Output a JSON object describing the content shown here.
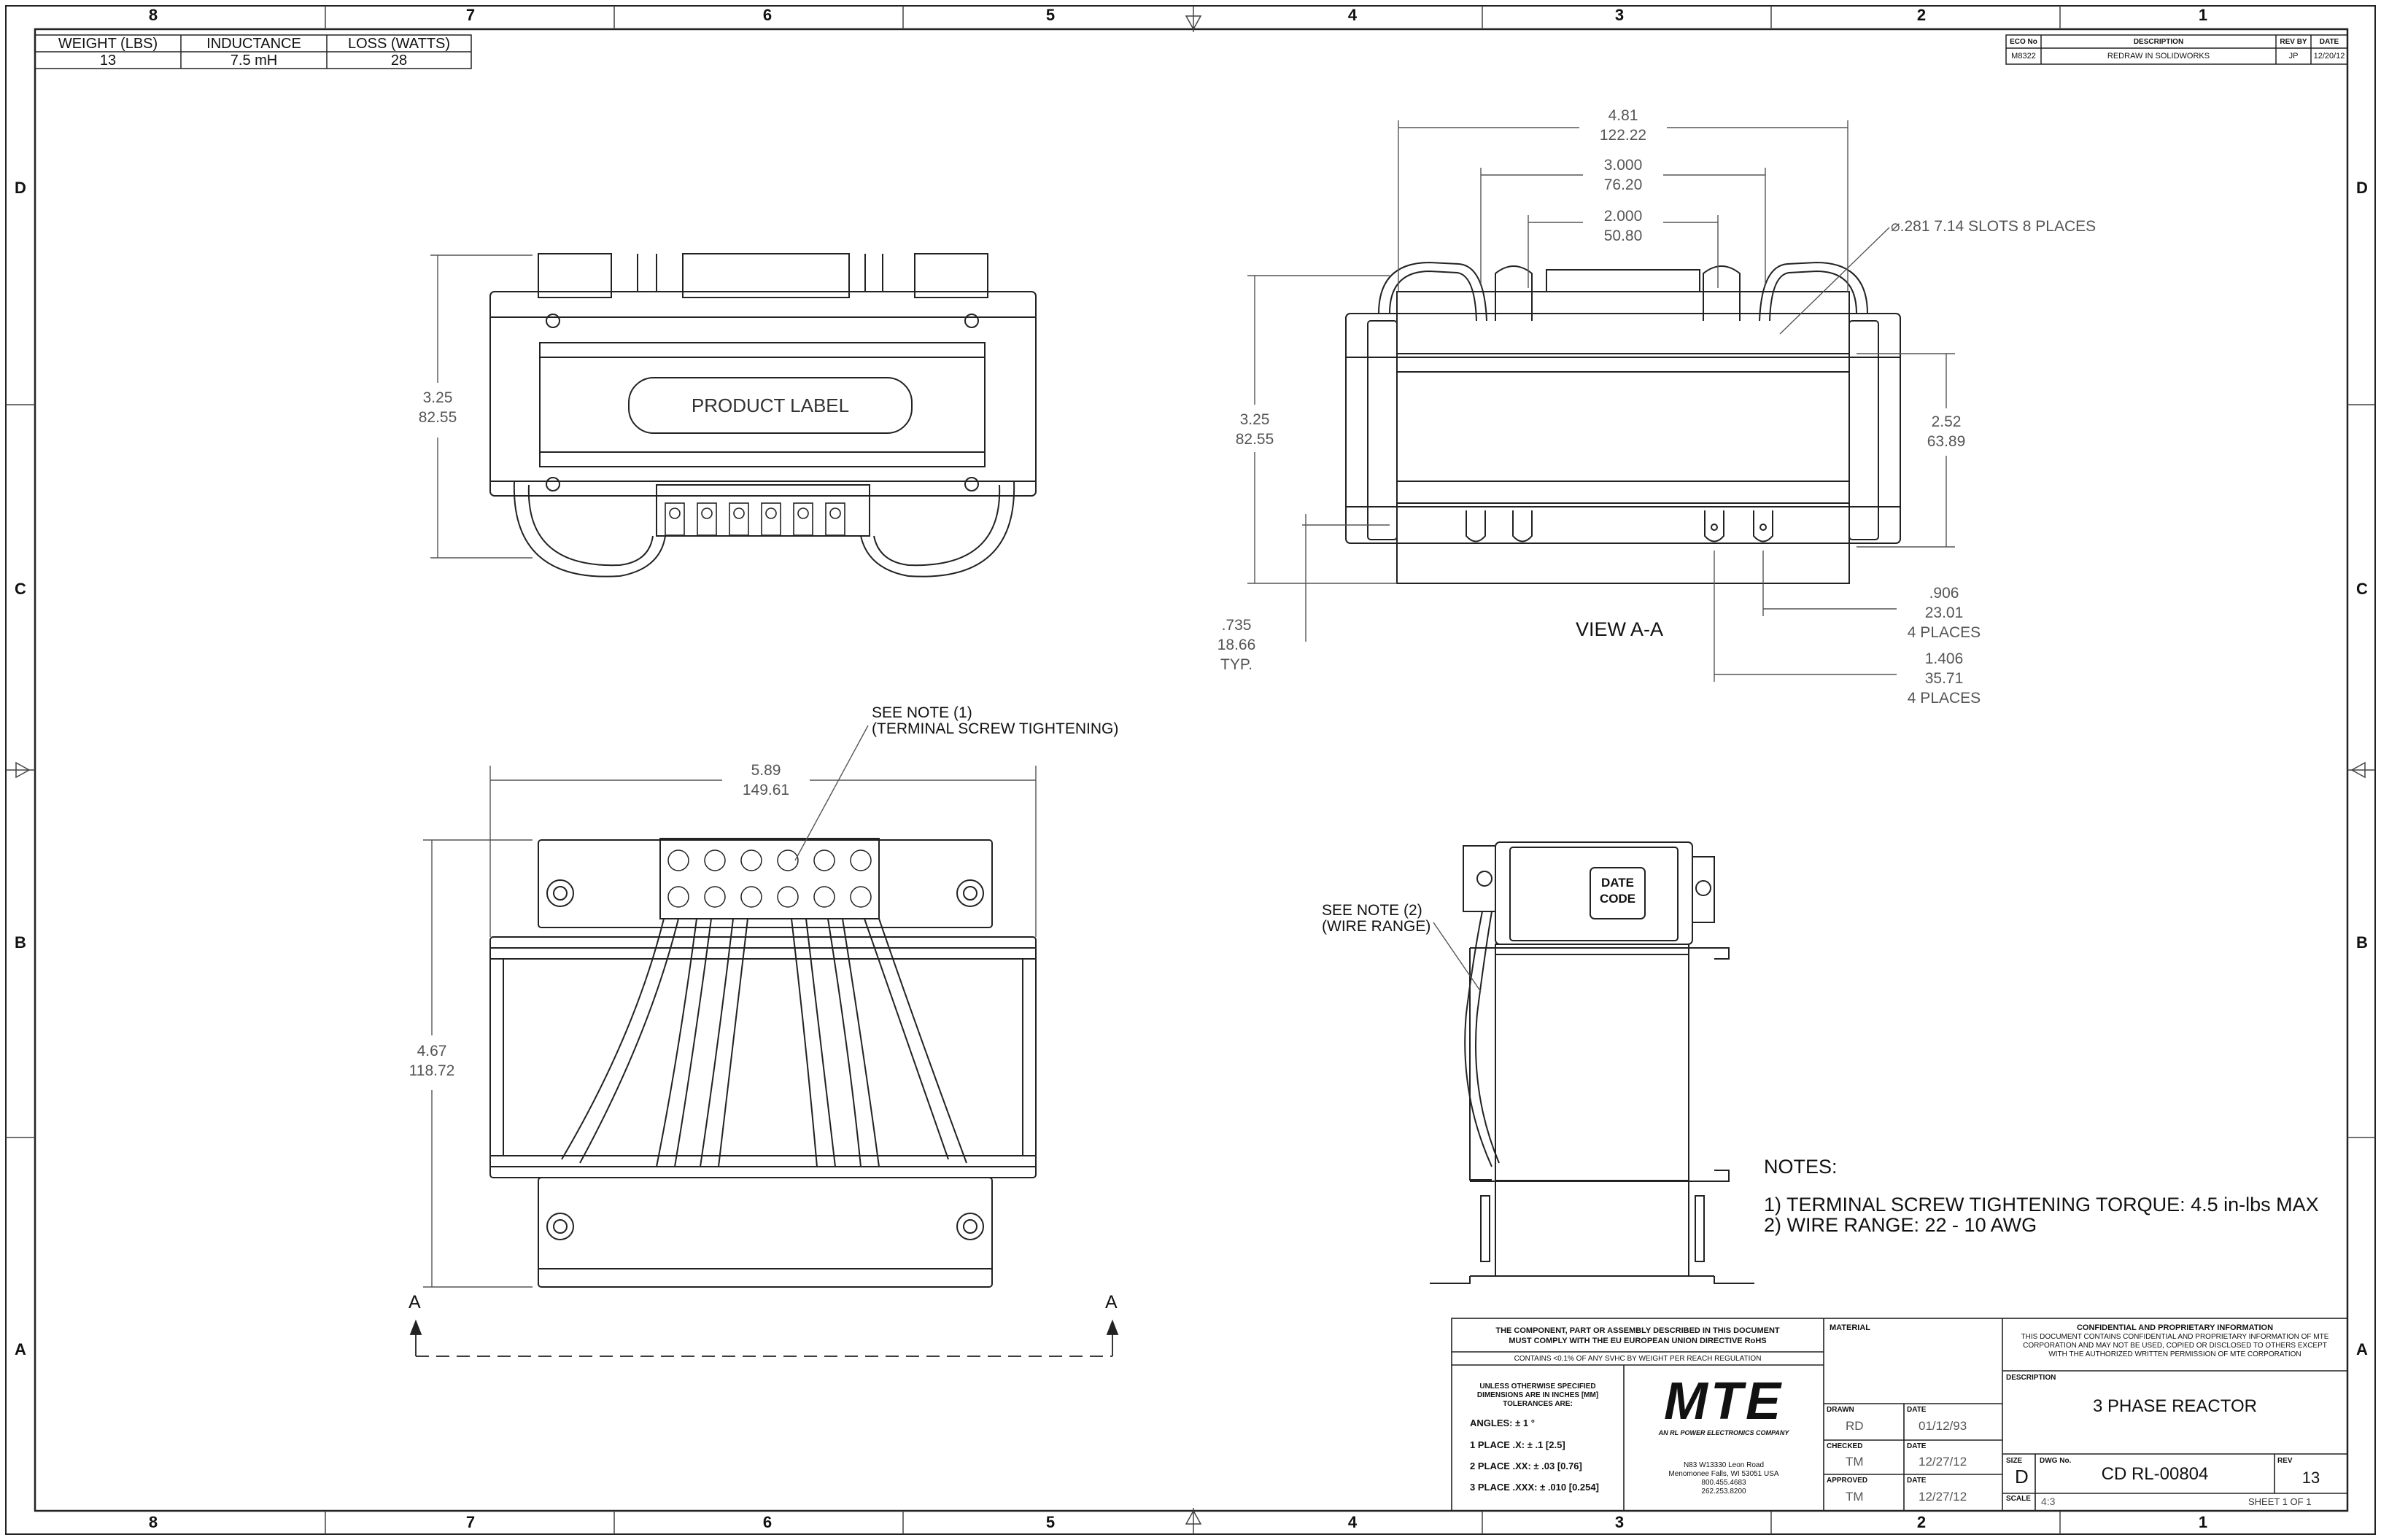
{
  "zones": {
    "columns": [
      "8",
      "7",
      "6",
      "5",
      "4",
      "3",
      "2",
      "1"
    ],
    "rows": [
      "D",
      "C",
      "B",
      "A"
    ]
  },
  "specs": {
    "headers": [
      "WEIGHT (LBS)",
      "INDUCTANCE",
      "LOSS (WATTS)"
    ],
    "values": [
      "13",
      "7.5 mH",
      "28"
    ]
  },
  "revision": {
    "headers": [
      "ECO No",
      "DESCRIPTION",
      "REV BY",
      "DATE"
    ],
    "row": [
      "M8322",
      "REDRAW IN SOLIDWORKS",
      "JP",
      "12/20/12"
    ]
  },
  "dims": {
    "top_width": {
      "in": "4.81",
      "mm": "122.22"
    },
    "slot_span": {
      "in": "3.000",
      "mm": "76.20"
    },
    "inner_span": {
      "in": "2.000",
      "mm": "50.80"
    },
    "slots": {
      "in": "⌀.281",
      "mm": "7.14",
      "note": "SLOTS 8 PLACES"
    },
    "front_height": {
      "in": "3.25",
      "mm": "82.55"
    },
    "side_height": {
      "in": "3.25",
      "mm": "82.55"
    },
    "core_height": {
      "in": "2.52",
      "mm": "63.89"
    },
    "foot_offset": {
      "in": ".735",
      "mm": "18.66",
      "note": "TYP."
    },
    "slot_dist_a": {
      "in": ".906",
      "mm": "23.01",
      "note": "4 PLACES"
    },
    "slot_dist_b": {
      "in": "1.406",
      "mm": "35.71",
      "note": "4 PLACES"
    },
    "overall_width": {
      "in": "5.89",
      "mm": "149.61"
    },
    "overall_height": {
      "in": "4.67",
      "mm": "118.72"
    }
  },
  "labels": {
    "product_label": "PRODUCT LABEL",
    "view": "VIEW A-A",
    "section_mark": "A",
    "note1_callout_a": "SEE NOTE (1)",
    "note1_callout_b": "(TERMINAL SCREW TIGHTENING)",
    "note2_callout_a": "SEE NOTE (2)",
    "note2_callout_b": "(WIRE RANGE)",
    "date_code_a": "DATE",
    "date_code_b": "CODE"
  },
  "notes": {
    "heading": "NOTES:",
    "items": [
      "1)  TERMINAL SCREW TIGHTENING TORQUE:  4.5 in-lbs MAX",
      "2)  WIRE RANGE:  22 - 10 AWG"
    ]
  },
  "title_block": {
    "rohs_a": "THE COMPONENT, PART OR ASSEMBLY DESCRIBED IN THIS DOCUMENT",
    "rohs_b": "MUST COMPLY WITH THE EU EUROPEAN UNION DIRECTIVE RoHS",
    "reach": "CONTAINS <0.1% OF ANY SVHC BY WEIGHT PER REACH REGULATION",
    "tol_a": "UNLESS OTHERWISE SPECIFIED",
    "tol_b": "DIMENSIONS ARE IN INCHES [MM]",
    "tol_c": "TOLERANCES ARE:",
    "angles": "ANGLES:  ± 1 °",
    "place1": "1 PLACE .X:  ± .1 [2.5]",
    "place2": "2 PLACE .XX:  ± .03 [0.76]",
    "place3": "3 PLACE .XXX:  ± .010 [0.254]",
    "logo": "MTE",
    "logo_sub": "AN RL POWER ELECTRONICS COMPANY",
    "addr_1": "N83 W13330 Leon Road",
    "addr_2": "Menomonee Falls, WI 53051 USA",
    "addr_3": "800.455.4683",
    "addr_4": "262.253.8200",
    "material_label": "MATERIAL",
    "drawn_label": "DRAWN",
    "drawn_by": "RD",
    "drawn_date": "01/12/93",
    "checked_label": "CHECKED",
    "checked_by": "TM",
    "checked_date": "12/27/12",
    "approved_label": "APPROVED",
    "approved_by": "TM",
    "approved_date": "12/27/12",
    "date_label": "DATE",
    "conf_heading": "CONFIDENTIAL AND PROPRIETARY INFORMATION",
    "conf_1": "THIS DOCUMENT CONTAINS CONFIDENTIAL AND PROPRIETARY INFORMATION OF MTE",
    "conf_2": "CORPORATION AND MAY NOT BE USED, COPIED OR DISCLOSED TO OTHERS EXCEPT",
    "conf_3": "WITH THE AUTHORIZED WRITTEN PERMISSION OF MTE CORPORATION",
    "description_label": "DESCRIPTION",
    "description": "3 PHASE REACTOR",
    "size_label": "SIZE",
    "size": "D",
    "dwg_label": "DWG No.",
    "dwg_no": "CD RL-00804",
    "rev_label": "REV",
    "rev": "13",
    "scale_label": "SCALE",
    "scale": "4:3",
    "sheet": "SHEET 1  OF 1"
  }
}
